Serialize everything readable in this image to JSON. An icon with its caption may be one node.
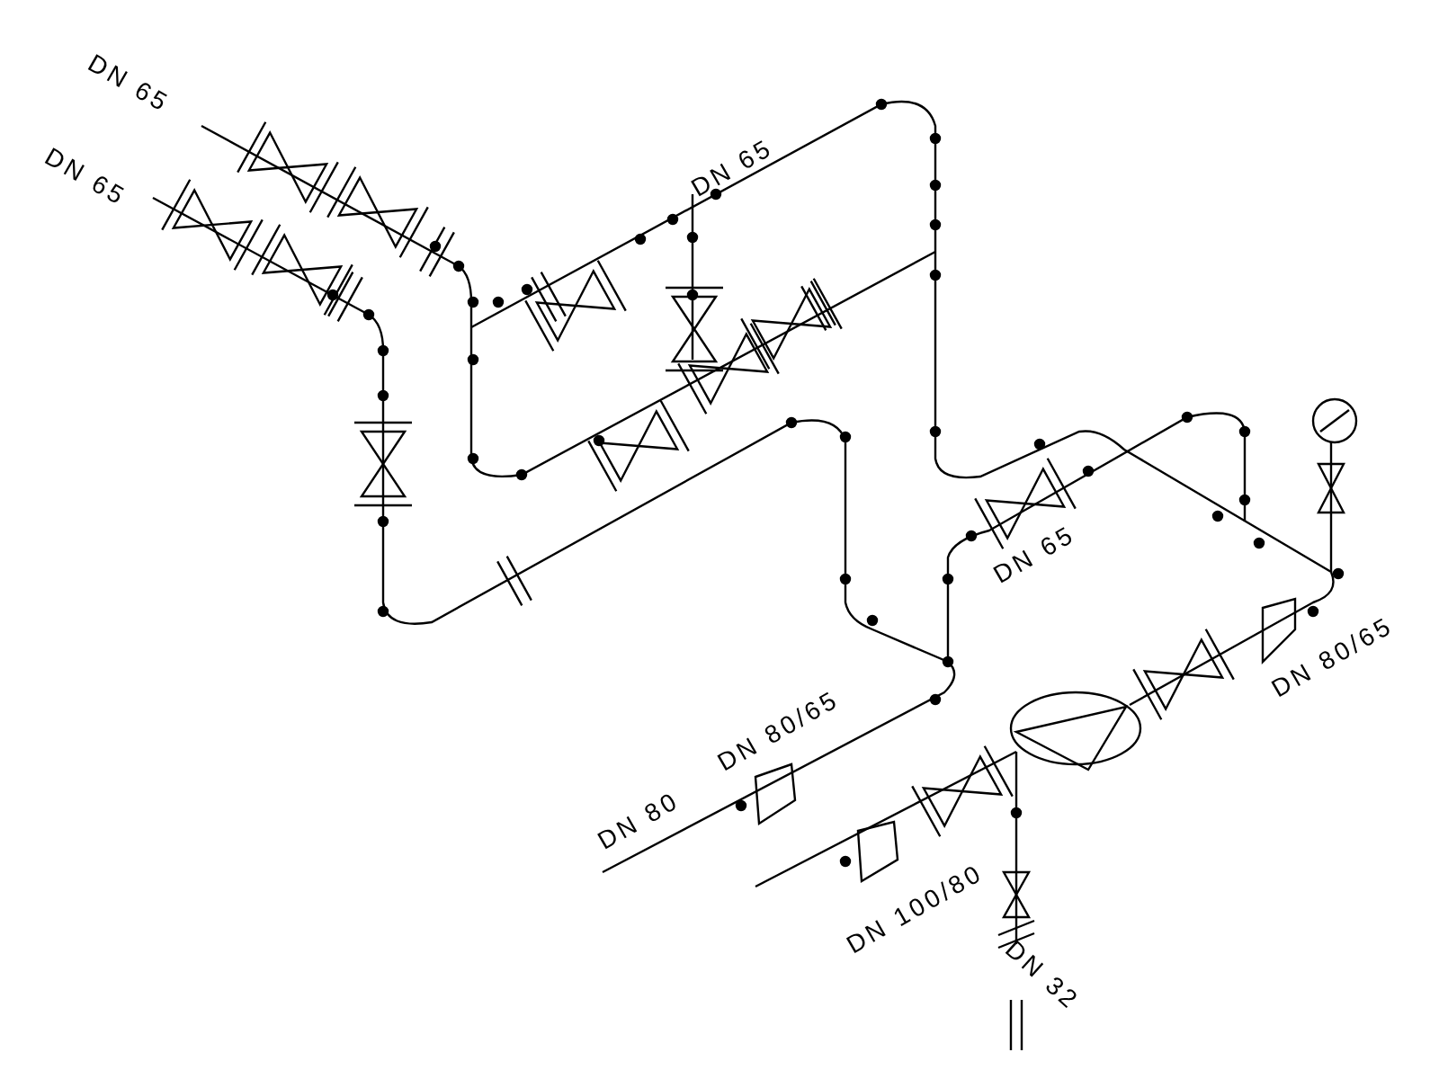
{
  "diagram": {
    "labels": [
      "DN 65",
      "DN 65",
      "DN 65",
      "DN 65",
      "DN 80/65",
      "DN 80",
      "DN 80/65",
      "DN 100/80",
      "DN 32"
    ]
  }
}
